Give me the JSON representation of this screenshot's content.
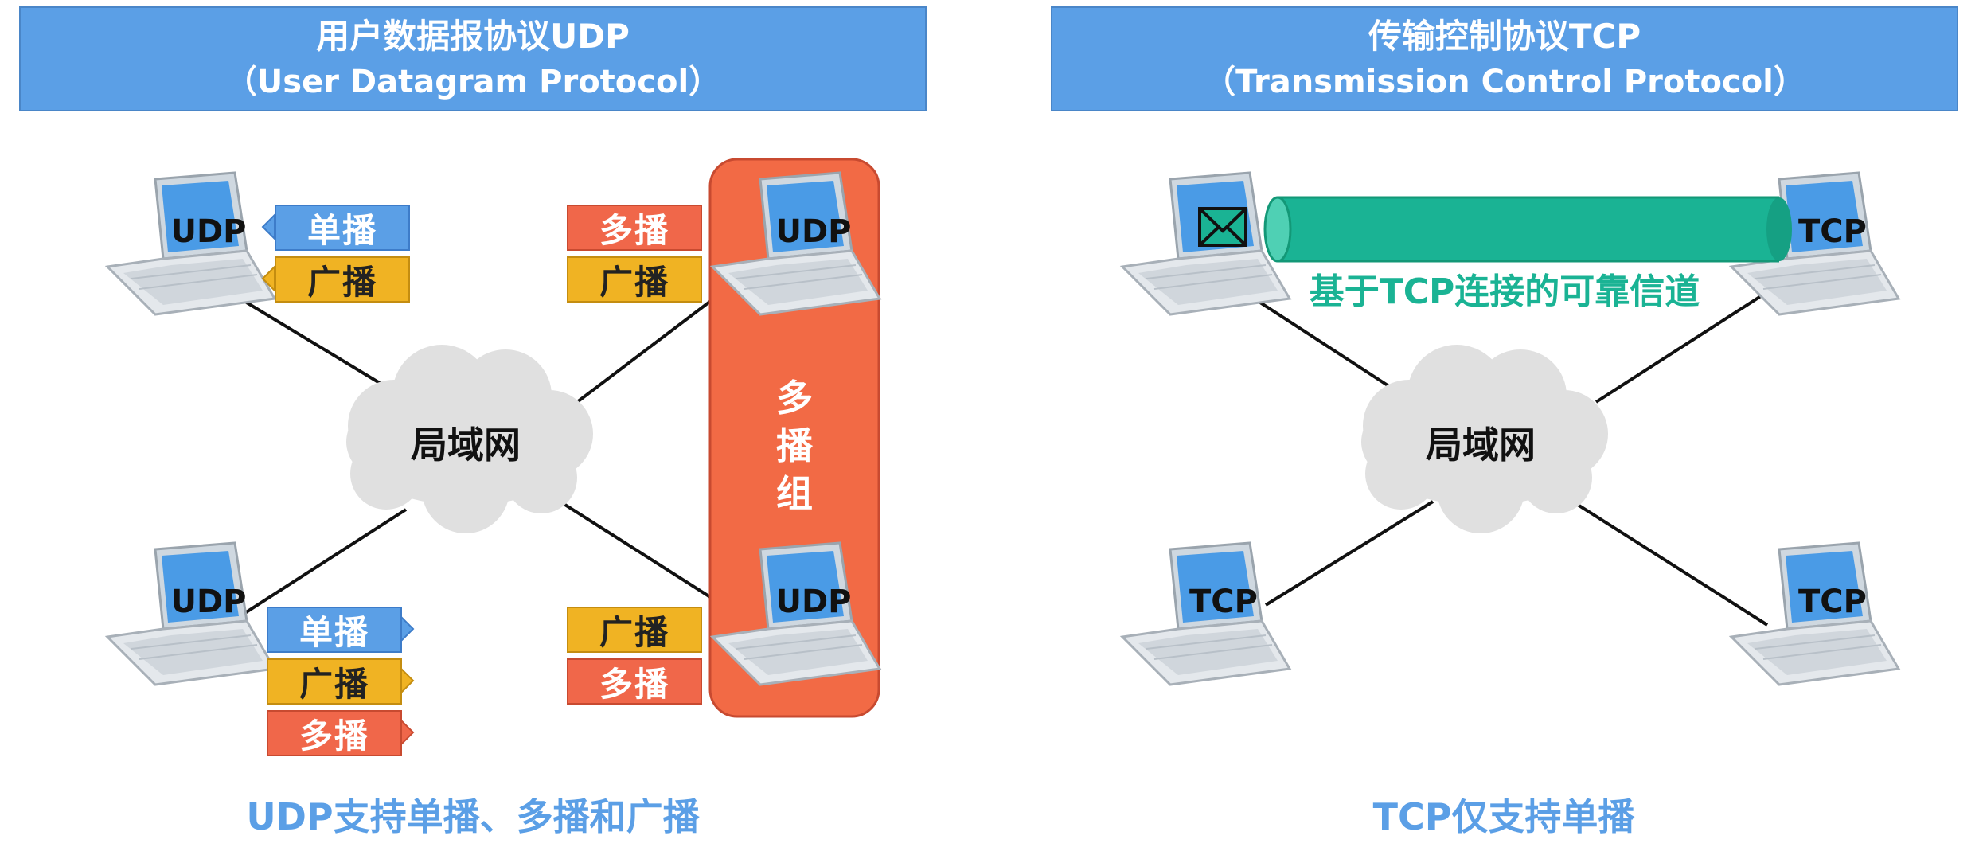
{
  "udp_panel": {
    "title_line1": "用户数据报协议UDP",
    "title_line2": "（User Datagram Protocol）",
    "cloud_label": "局域网",
    "laptop_label": "UDP",
    "group_label": [
      "多",
      "播",
      "组"
    ],
    "tags": {
      "top_left_unicast": "单播",
      "top_left_broadcast": "广播",
      "top_right_multicast": "多播",
      "top_right_broadcast": "广播",
      "bottom_left_unicast": "单播",
      "bottom_left_broadcast": "广播",
      "bottom_left_multicast": "多播",
      "bottom_right_broadcast": "广播",
      "bottom_right_multicast": "多播"
    },
    "caption": "UDP支持单播、多播和广播"
  },
  "tcp_panel": {
    "title_line1": "传输控制协议TCP",
    "title_line2": "（Transmission Control Protocol）",
    "cloud_label": "局域网",
    "laptop_label": "TCP",
    "tube_label": "基于TCP连接的可靠信道",
    "caption": "TCP仅支持单播"
  },
  "colors": {
    "header_blue": "#5b9fe6",
    "tag_blue": "#5b9fe6",
    "tag_yellow": "#f0b323",
    "tag_red": "#f0674a",
    "group_orange": "#f26a45",
    "tube_green": "#1ab394",
    "caption_blue": "#5b9fe6"
  },
  "icons": [
    "laptop-icon",
    "cloud-icon",
    "envelope-icon",
    "arrow-right-icon",
    "arrow-left-icon"
  ]
}
